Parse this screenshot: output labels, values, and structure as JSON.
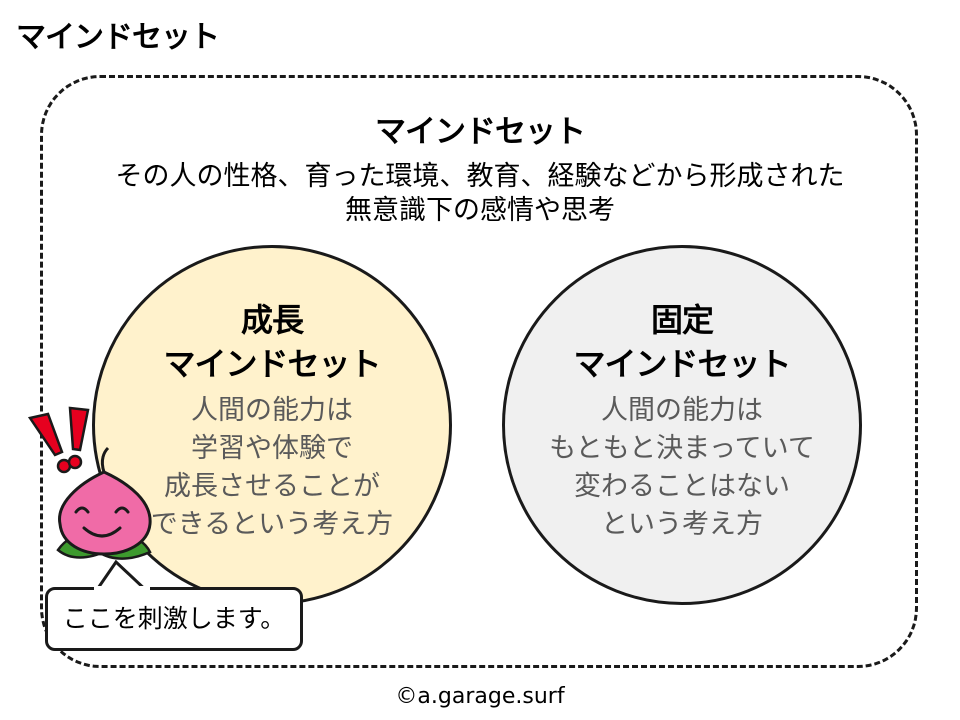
{
  "page": {
    "title": "マインドセット"
  },
  "frame": {
    "title": "マインドセット",
    "description": [
      "その人の性格、育った環境、教育、経験などから形成された",
      "無意識下の感情や思考"
    ]
  },
  "growth": {
    "title": [
      "成長",
      "マインドセット"
    ],
    "body": [
      "人間の能力は",
      "学習や体験で",
      "成長させることが",
      "できるという考え方"
    ],
    "color": "#fff2cc"
  },
  "fixed": {
    "title": [
      "固定",
      "マインドセット"
    ],
    "body": [
      "人間の能力は",
      "もともと決まっていて",
      "変わることはない",
      "という考え方"
    ],
    "color": "#f0f0f0"
  },
  "mascot": {
    "icon": "peach-mascot-icon",
    "alert_icon": "exclamation-icon",
    "bubble": "ここを刺激します。",
    "colors": {
      "peach": "#f06ba7",
      "leaf": "#3d9a2e",
      "alert": "#e6001f"
    }
  },
  "footer": {
    "copyright": "©a.garage.surf"
  }
}
